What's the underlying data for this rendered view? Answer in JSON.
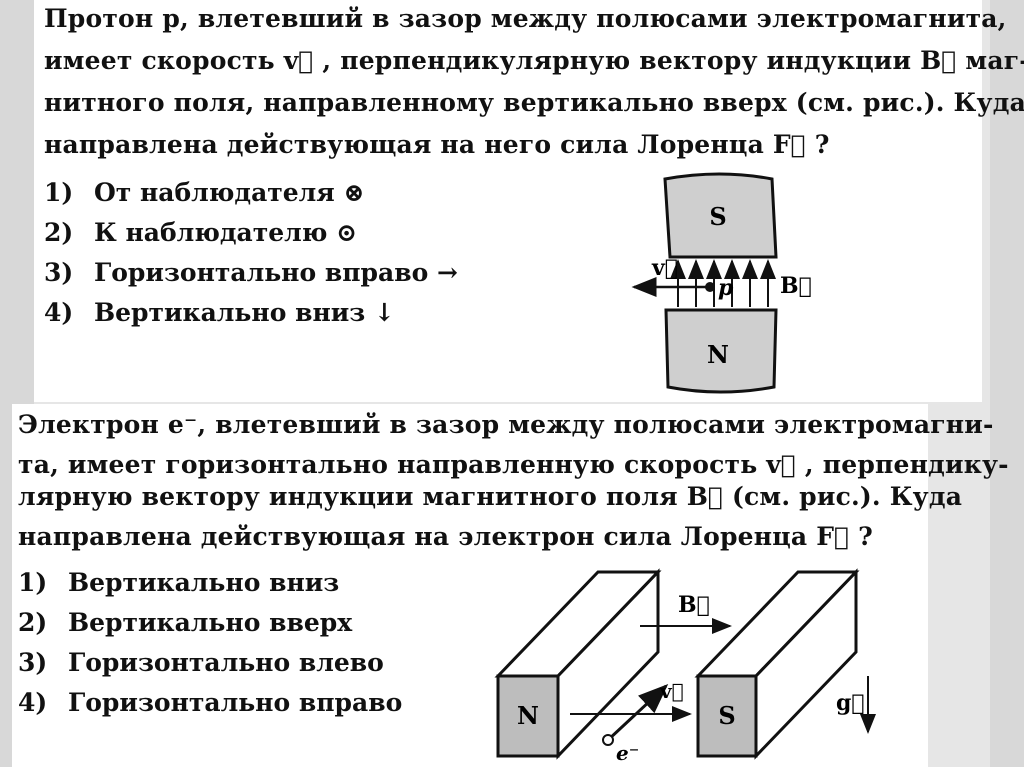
{
  "problem1": {
    "question_lines": [
      "Протон p, влетевший в зазор между полюсами электромагнита,",
      "имеет скорость v⃗ , перпендикулярную вектору индукции B⃗ маг-",
      "нитного поля, направленному вертикально вверх (см. рис.). Куда",
      "направлена действующая на него сила Лоренца F⃗ ?"
    ],
    "options": [
      {
        "num": "1)",
        "text": "От наблюдателя ⊗"
      },
      {
        "num": "2)",
        "text": "К наблюдателю ⊙"
      },
      {
        "num": "3)",
        "text": "Горизонтально вправо →"
      },
      {
        "num": "4)",
        "text": "Вертикально вниз ↓"
      }
    ],
    "figure": {
      "top_pole": "S",
      "bottom_pole": "N",
      "velocity_label": "v⃗",
      "particle_label": "p",
      "field_label": "B⃗"
    }
  },
  "problem2": {
    "question_lines": [
      "Электрон e⁻, влетевший в зазор между полюсами электромагни-",
      "та, имеет горизонтально направленную скорость v⃗ , перпендику-",
      "лярную вектору индукции магнитного поля B⃗ (см. рис.). Куда",
      "направлена действующая на электрон сила Лоренца F⃗ ?"
    ],
    "options": [
      {
        "num": "1)",
        "text": "Вертикально вниз"
      },
      {
        "num": "2)",
        "text": "Вертикально вверх"
      },
      {
        "num": "3)",
        "text": "Горизонтально влево"
      },
      {
        "num": "4)",
        "text": "Горизонтально вправо"
      }
    ],
    "figure": {
      "left_pole": "N",
      "right_pole": "S",
      "field_label": "B⃗",
      "velocity_label": "v⃗",
      "particle_label": "e⁻",
      "gravity_label": "g⃗"
    }
  }
}
